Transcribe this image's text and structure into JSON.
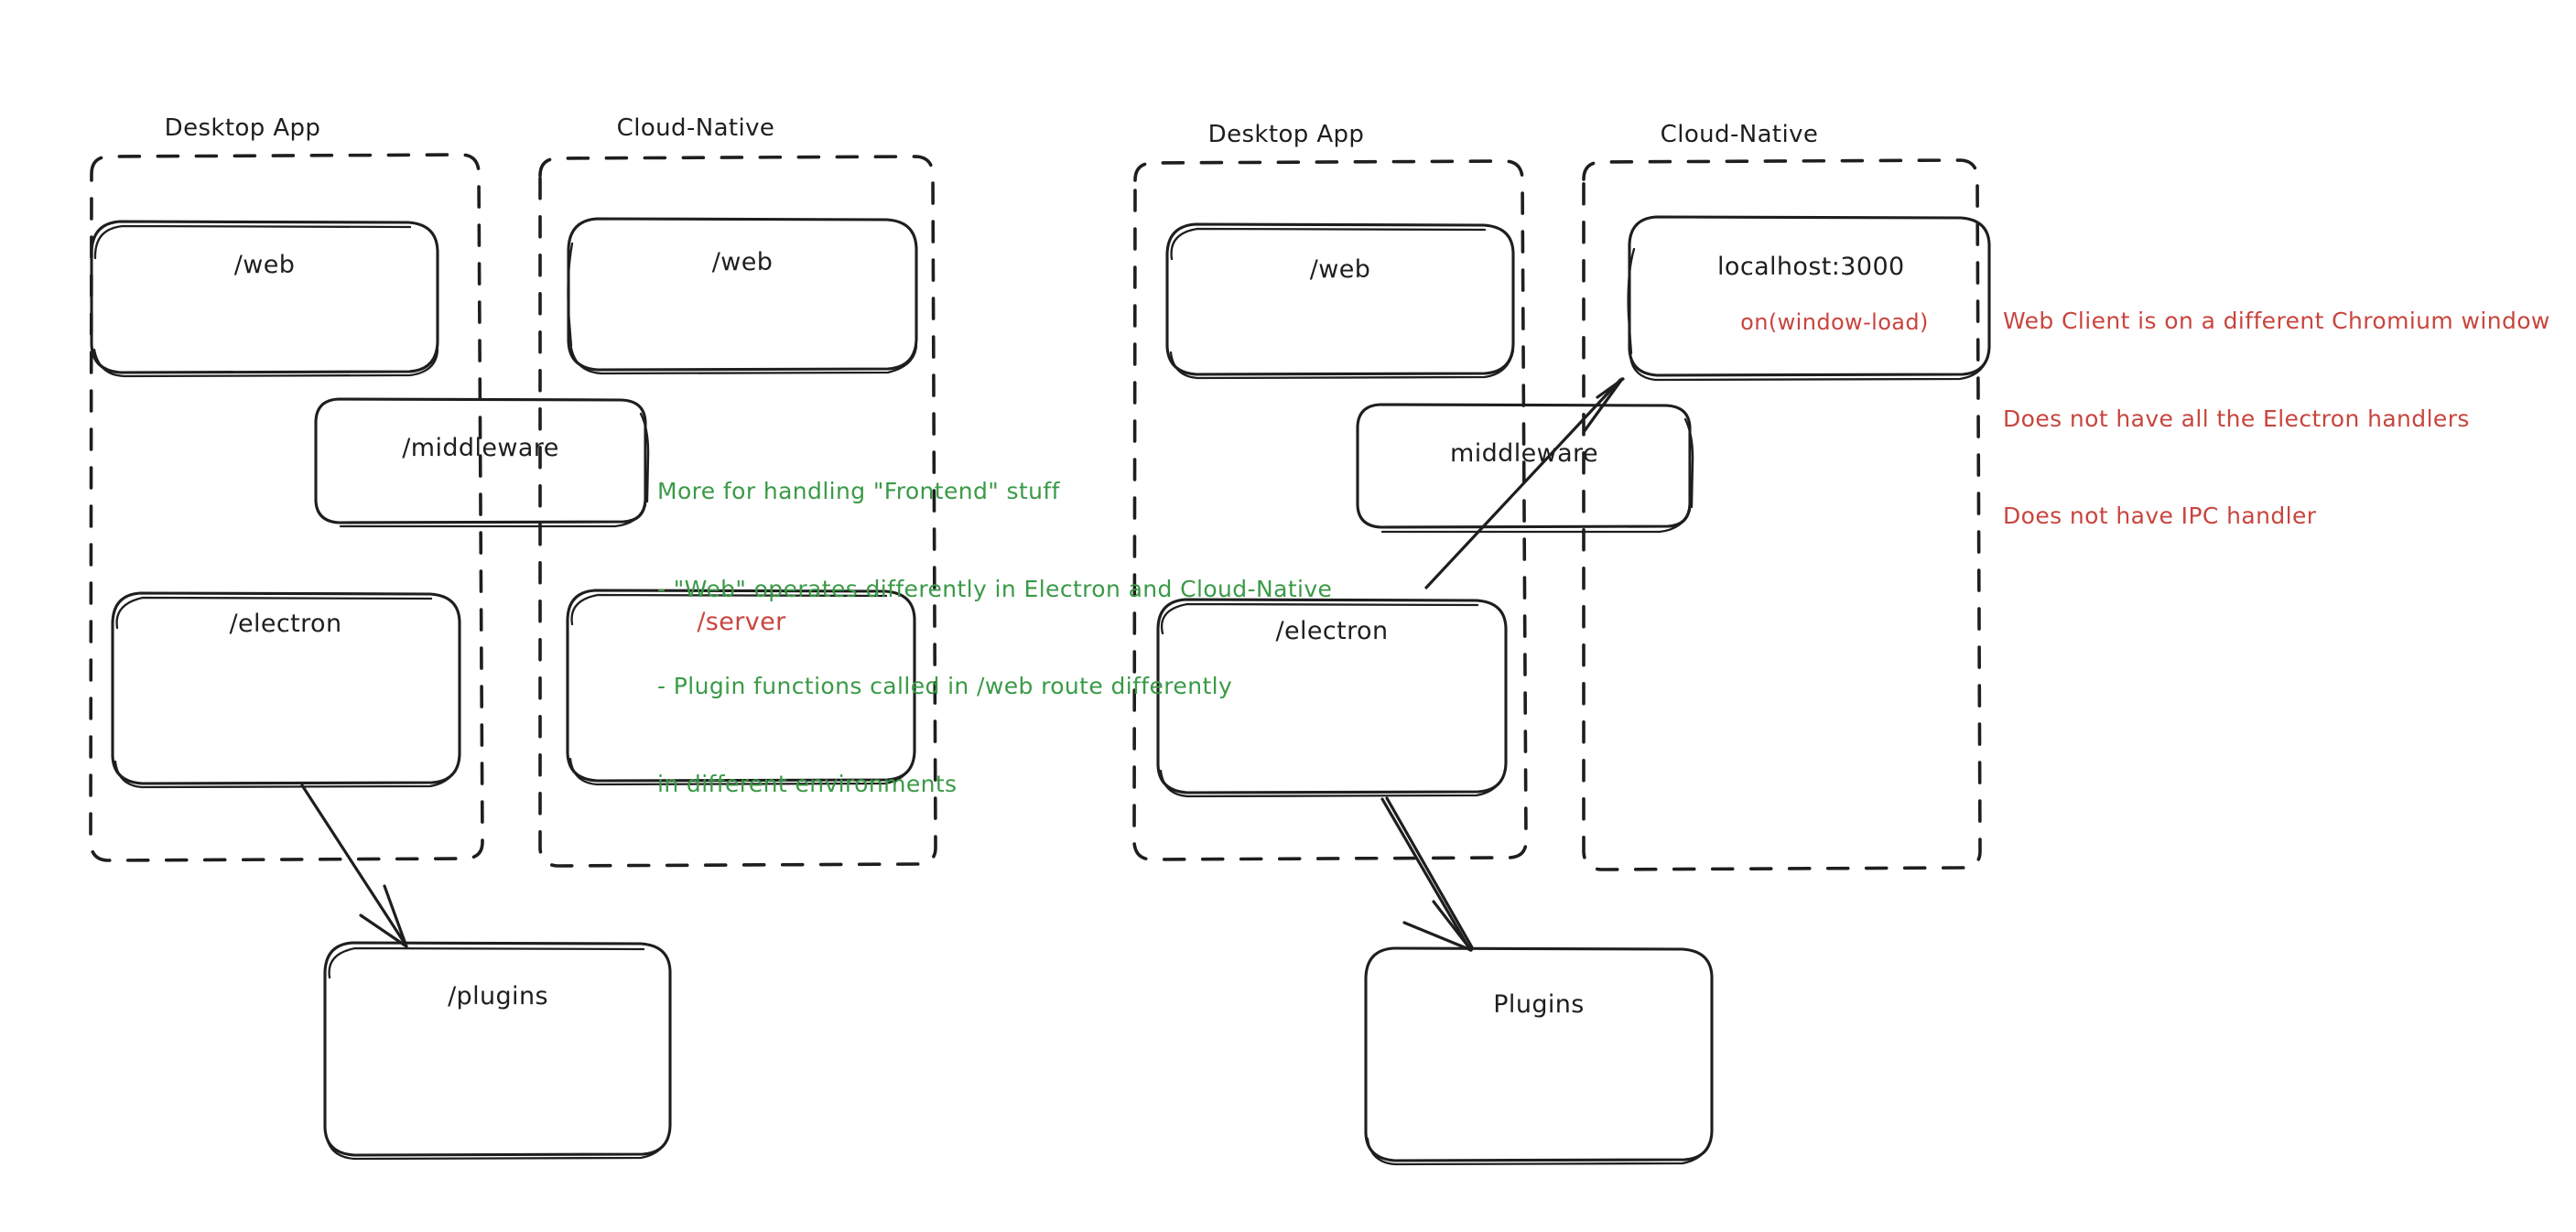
{
  "diagram": {
    "title_left": "Desktop App",
    "title_right": "Cloud-Native",
    "colors": {
      "stroke": "#1e1e1e",
      "green": "#3a9a46",
      "red": "#c8453e",
      "background": "#ffffff"
    }
  },
  "left_diagram": {
    "groups": {
      "desktop_app": "Desktop App",
      "cloud_native": "Cloud-Native"
    },
    "nodes": {
      "web_desktop": "/web",
      "web_cloud": "/web",
      "middleware": "/middleware",
      "electron": "/electron",
      "server": "/server",
      "plugins": "/plugins"
    }
  },
  "right_diagram": {
    "groups": {
      "desktop_app": "Desktop App",
      "cloud_native": "Cloud-Native"
    },
    "nodes": {
      "web_desktop": "/web",
      "localhost": "localhost:3000",
      "localhost_sub": "on(window-load)",
      "middleware": "middleware",
      "electron": "/electron",
      "plugins": "Plugins"
    }
  },
  "annotations": {
    "green_note": {
      "line1": "More for handling \"Frontend\" stuff",
      "line2": "- \"Web\" operates differently in Electron and Cloud-Native",
      "line3": "- Plugin functions called in /web route differently",
      "line4": "in different environments"
    },
    "red_note": {
      "line1": "Web Client is on a different Chromium window",
      "line2": "Does not have all the Electron handlers",
      "line3": "Does not have IPC handler"
    }
  }
}
